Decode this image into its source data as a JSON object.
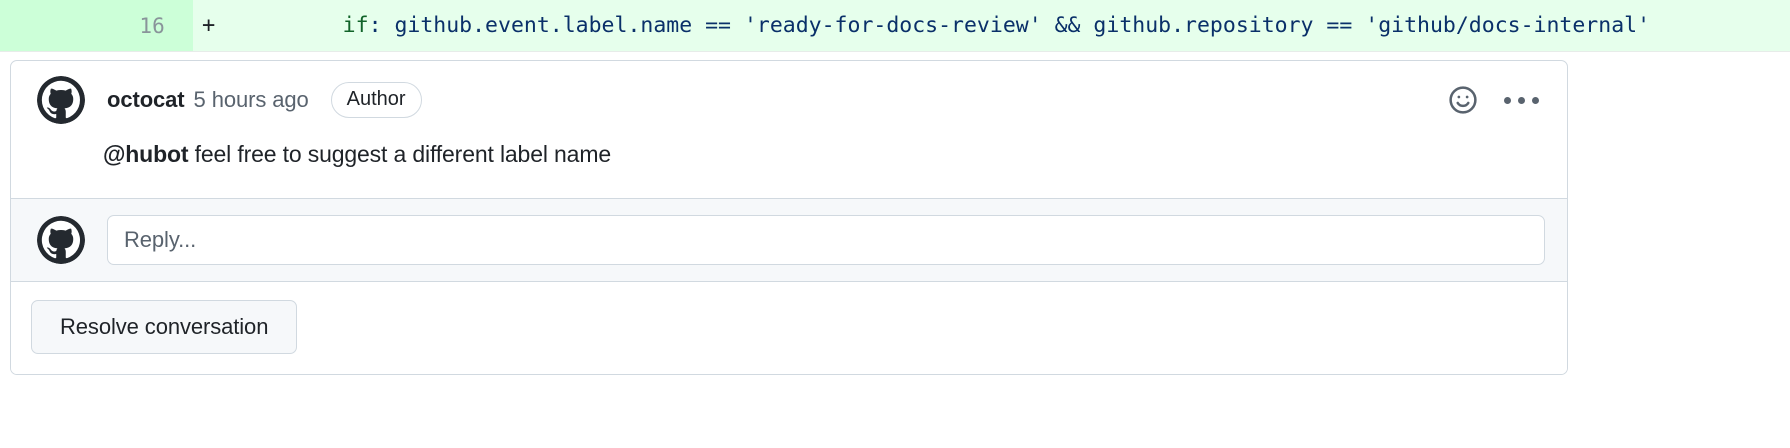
{
  "diff": {
    "line_number": "16",
    "marker": "+",
    "code_tokens": [
      {
        "text": "      ",
        "type": "plain"
      },
      {
        "text": "if",
        "type": "keyword"
      },
      {
        "text": ": github.event.label.name == 'ready-for-docs-review' && github.repository == 'github/docs-internal'",
        "type": "plain"
      }
    ],
    "code_plain": "      if: github.event.label.name == 'ready-for-docs-review' && github.repository == 'github/docs-internal'",
    "colors": {
      "gutter_bg": "#ccffd8",
      "addition_bg": "#e6ffec",
      "keyword": "#116329",
      "code": "#0a3069"
    }
  },
  "comment": {
    "author": "octocat",
    "timestamp": "5 hours ago",
    "badge": "Author",
    "avatar_icon": "github-octocat-avatar",
    "reaction_icon": "smiley-icon",
    "menu_icon": "kebab-menu-icon",
    "body_mention": "@hubot",
    "body_text": " feel free to suggest a different label name"
  },
  "reply": {
    "avatar_icon": "github-octocat-avatar",
    "placeholder": "Reply...",
    "value": ""
  },
  "footer": {
    "resolve_label": "Resolve conversation"
  }
}
